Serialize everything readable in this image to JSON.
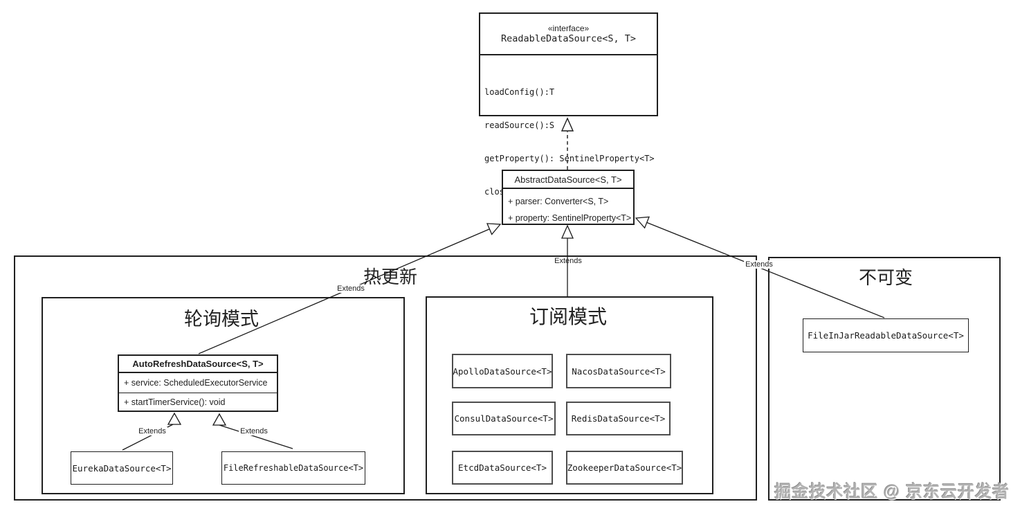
{
  "diagram": {
    "interface_class": {
      "stereotype": "«interface»",
      "name": "ReadableDataSource<S, T>",
      "methods": [
        "loadConfig():T",
        "readSource():S",
        "getProperty(): SentinelProperty<T>",
        "close():void"
      ]
    },
    "abstract_class": {
      "name": "AbstractDataSource<S, T>",
      "attributes": [
        "+ parser: Converter<S, T>",
        "+ property: SentinelProperty<T>"
      ]
    },
    "auto_refresh_class": {
      "name": "AutoRefreshDataSource<S, T>",
      "attribute": "+ service: ScheduledExecutorService",
      "method": "+ startTimerService(): void"
    },
    "groups": {
      "hot_update_label": "热更新",
      "polling_label": "轮询模式",
      "subscription_label": "订阅模式",
      "immutable_label": "不可变"
    },
    "polling_classes": [
      "EurekaDataSource<T>",
      "FileRefreshableDataSource<T>"
    ],
    "subscription_classes": [
      "ApolloDataSource<T>",
      "NacosDataSource<T>",
      "ConsulDataSource<T>",
      "RedisDataSource<T>",
      "EtcdDataSource<T>",
      "ZookeeperDataSource<T>"
    ],
    "immutable_classes": [
      "FileInJarReadableDataSource<T>"
    ],
    "edge_labels": [
      "Extends",
      "Extends",
      "Extends",
      "Extends",
      "Extends"
    ]
  },
  "watermark": "掘金技术社区 @ 京东云开发者",
  "colors": {
    "line": "#1a1a1a",
    "box_border": "#1f1f1f",
    "sub_box_border": "#4d4d4d",
    "background": "#ffffff",
    "watermark": "#b3b3b3"
  }
}
